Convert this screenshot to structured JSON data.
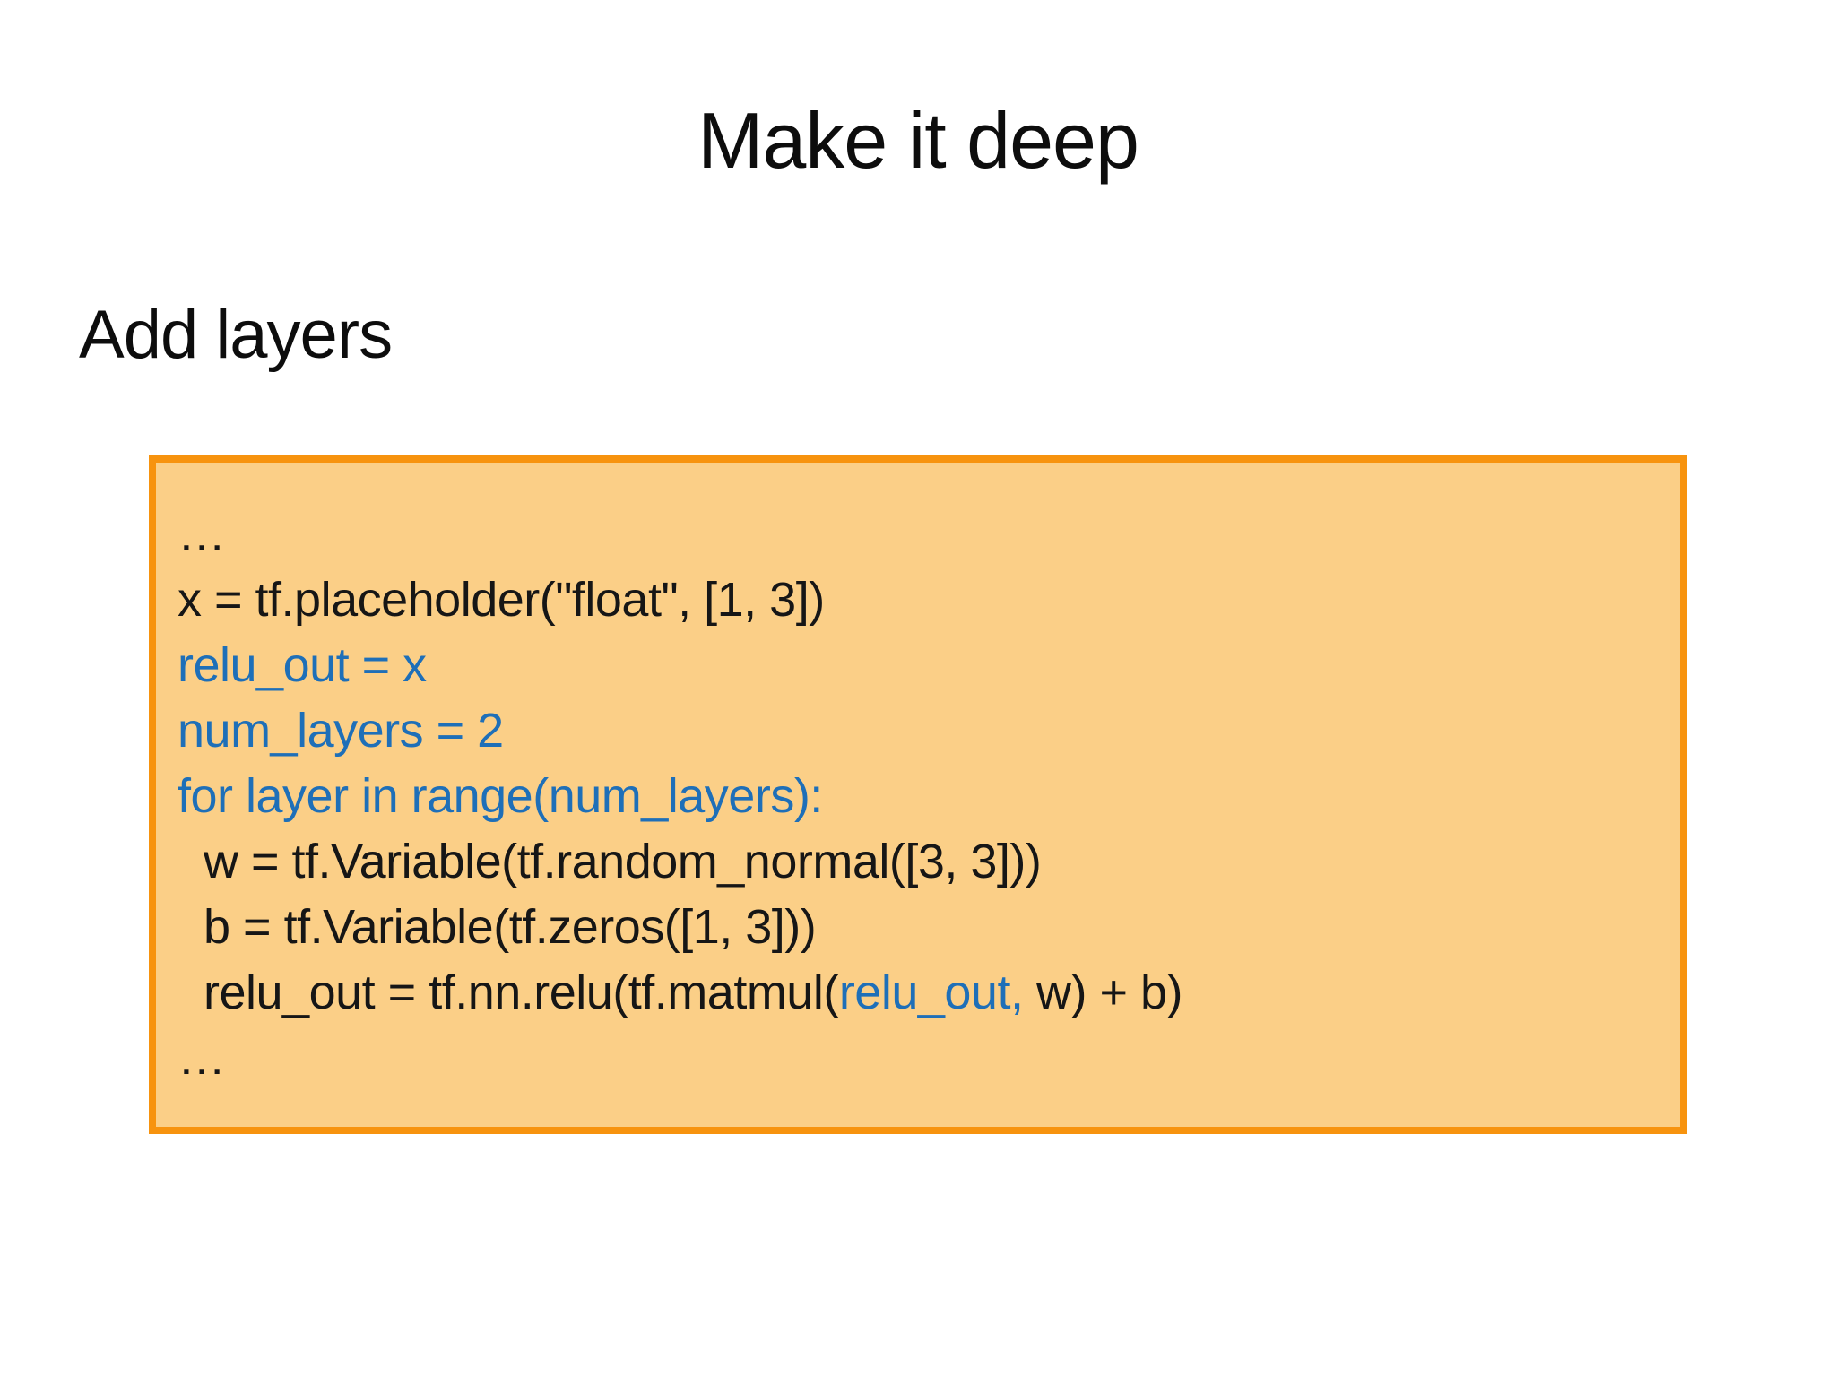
{
  "slide": {
    "title": "Make it deep",
    "subtitle": "Add layers"
  },
  "colors": {
    "background": "#ffffff",
    "title_text": "#0d0d0d",
    "code_text": "#161616",
    "code_highlight": "#1e6fb8",
    "box_fill": "#fbcf87",
    "box_border": "#f7930e"
  },
  "code_box": {
    "lines": [
      {
        "segments": [
          {
            "text": "…",
            "color": "black"
          }
        ]
      },
      {
        "segments": [
          {
            "text": "x = tf.placeholder(\"float\", [1, 3])",
            "color": "black"
          }
        ]
      },
      {
        "segments": [
          {
            "text": "relu_out = x",
            "color": "blue"
          }
        ]
      },
      {
        "segments": [
          {
            "text": "num_layers = 2",
            "color": "blue"
          }
        ]
      },
      {
        "segments": [
          {
            "text": "for layer in range(num_layers):",
            "color": "blue"
          }
        ]
      },
      {
        "segments": [
          {
            "text": "  w = tf.Variable(tf.random_normal([3, 3]))",
            "color": "black"
          }
        ]
      },
      {
        "segments": [
          {
            "text": "  b = tf.Variable(tf.zeros([1, 3]))",
            "color": "black"
          }
        ]
      },
      {
        "segments": [
          {
            "text": "  relu_out = tf.nn.relu(tf.matmul(",
            "color": "black"
          },
          {
            "text": "relu_out,",
            "color": "blue"
          },
          {
            "text": " w) + b)",
            "color": "black"
          }
        ]
      },
      {
        "segments": [
          {
            "text": "…",
            "color": "black"
          }
        ]
      }
    ]
  }
}
